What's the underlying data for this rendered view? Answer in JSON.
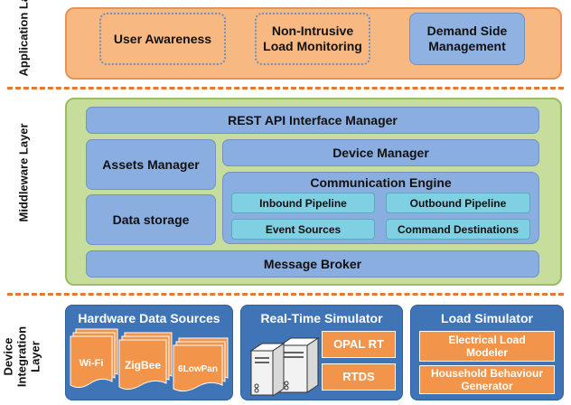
{
  "layers": {
    "application": "Application Layer",
    "middleware": "Middleware Layer",
    "device": "Device Integration Layer"
  },
  "application": {
    "user_awareness": "User Awareness",
    "nilm": "Non-Intrusive Load Monitoring",
    "dsm": "Demand Side Management"
  },
  "middleware": {
    "rest_api": "REST API Interface Manager",
    "assets_manager": "Assets Manager",
    "device_manager": "Device Manager",
    "data_storage": "Data storage",
    "communication_engine": "Communication Engine",
    "inbound_pipeline": "Inbound Pipeline",
    "outbound_pipeline": "Outbound Pipeline",
    "event_sources": "Event Sources",
    "command_destinations": "Command Destinations",
    "message_broker": "Message Broker"
  },
  "device": {
    "hardware_title": "Hardware Data Sources",
    "sources": [
      "Wi-Fi",
      "ZigBee",
      "6LowPan"
    ],
    "rt_title": "Real-Time Simulator",
    "opal_rt": "OPAL RT",
    "rtds": "RTDS",
    "load_title": "Load Simulator",
    "electrical_load_modeler": "Electrical Load Modeler",
    "household_behaviour_generator": "Household Behaviour Generator"
  },
  "colors": {
    "application_band": "#f8b882",
    "middleware_band": "#c6dd9c",
    "device_band": "#3f74b6",
    "module_blue": "#8aaee0",
    "pipeline_cyan": "#7fd0e2",
    "orange_item": "#f2944a",
    "separator": "#e07a35"
  },
  "icons": [
    "server-icon",
    "document-stack-icon"
  ]
}
